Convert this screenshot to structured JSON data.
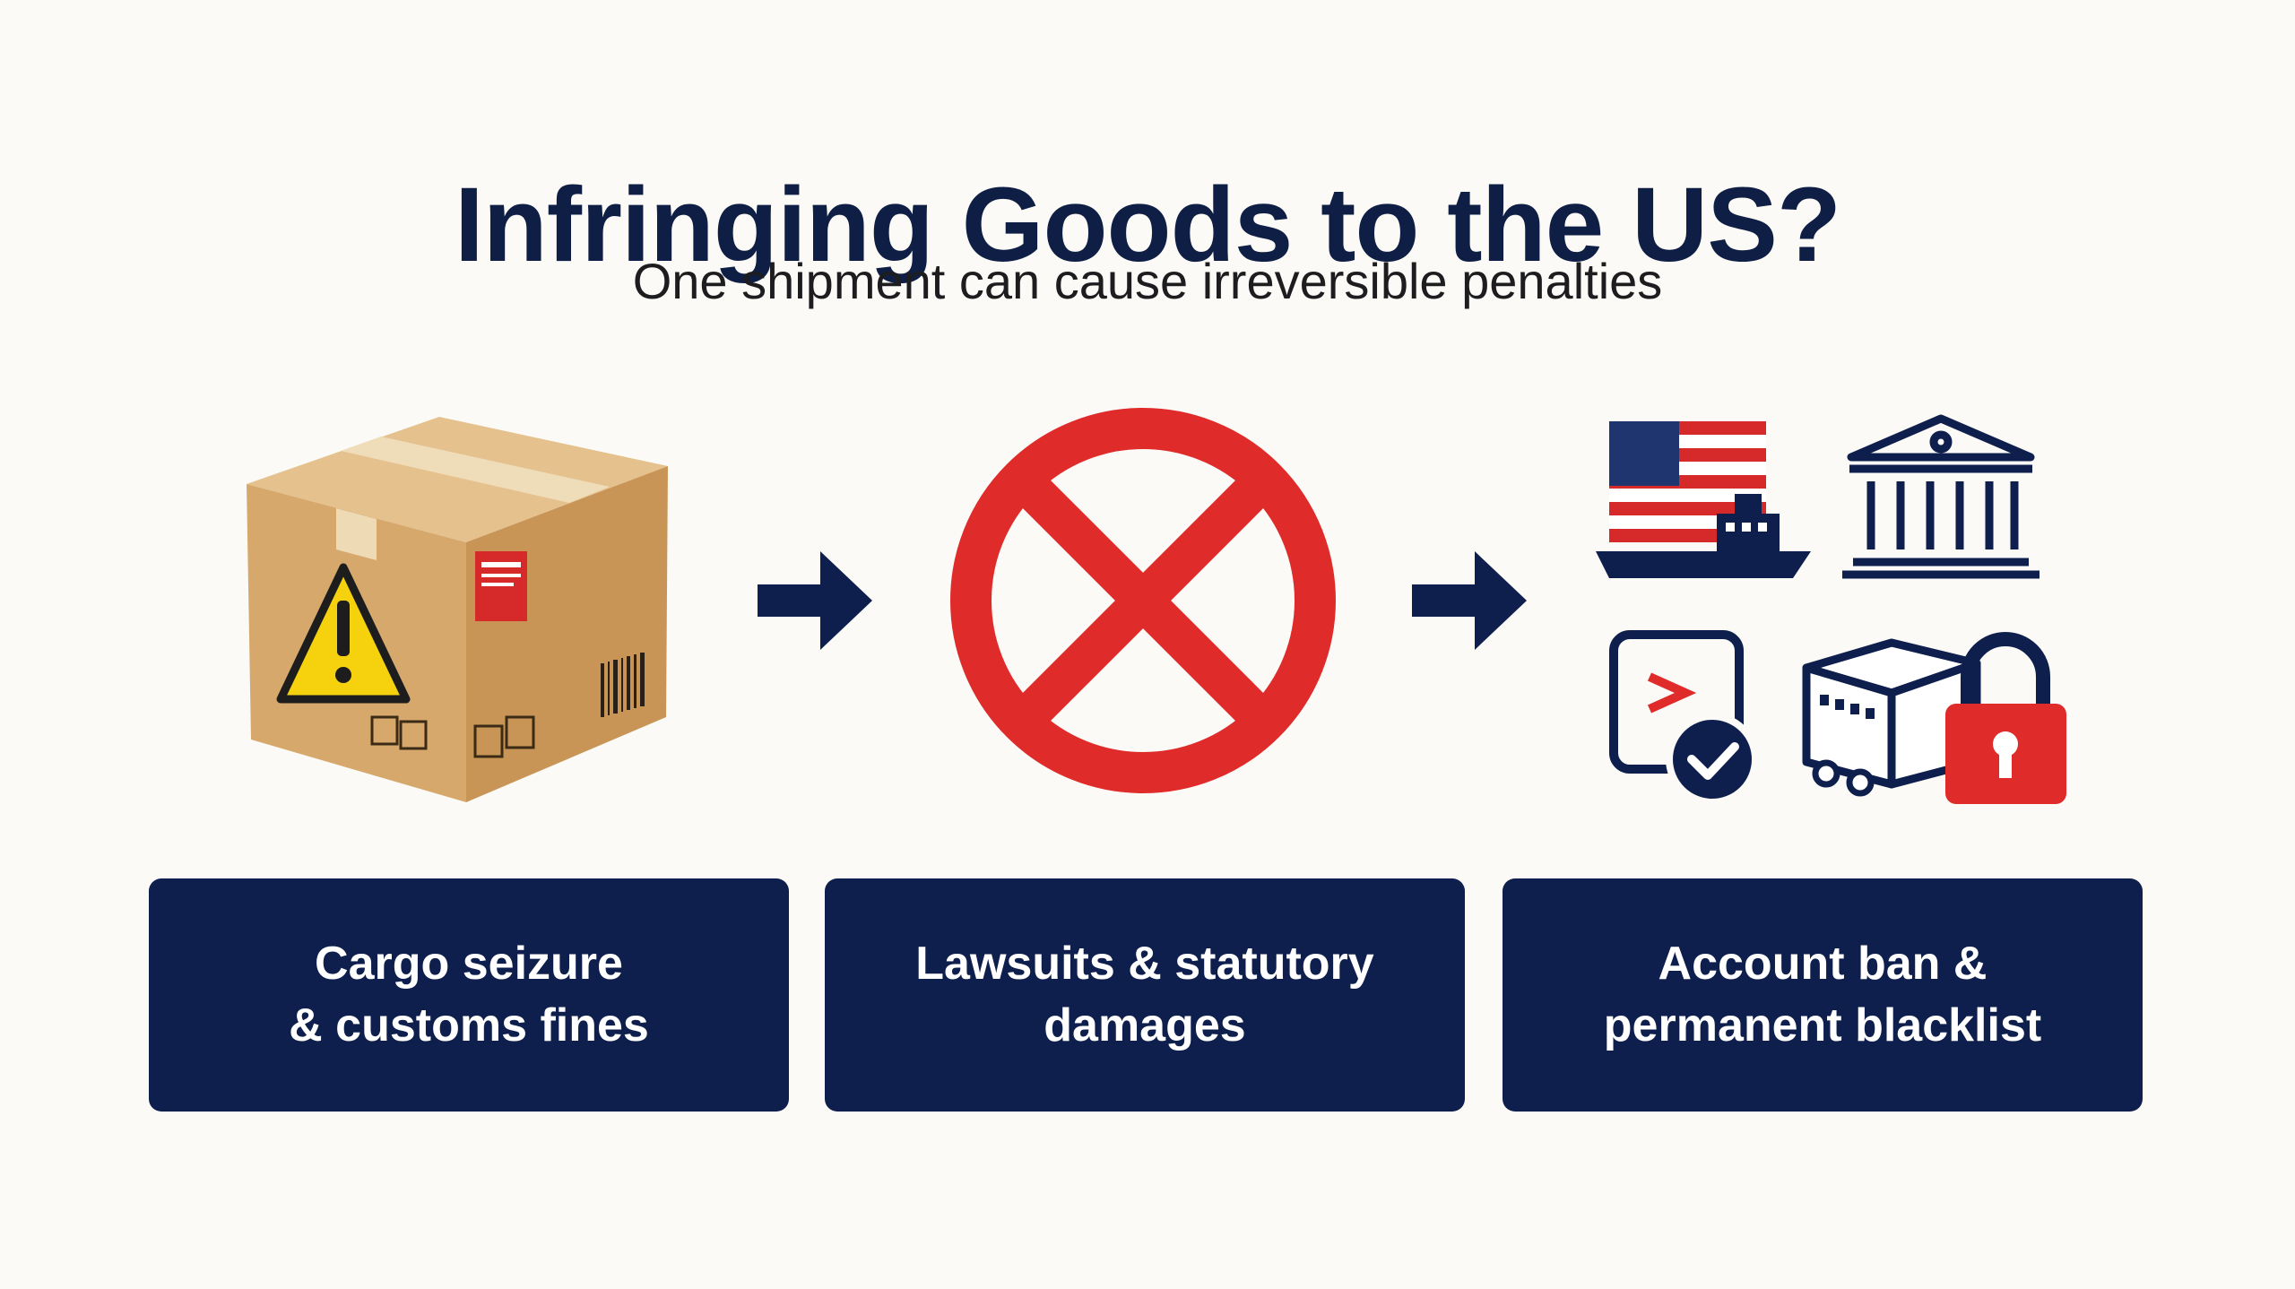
{
  "header": {
    "title": "Infringing Goods to the US?",
    "subtitle": "One shipment can cause irreversible penalties"
  },
  "steps": [
    {
      "icon": "warning-package-icon",
      "label_line1": "Cargo seizure",
      "label_line2": "& customs fines"
    },
    {
      "icon": "prohibited-x-icon",
      "label_line1": "Lawsuits & statutory",
      "label_line2": "damages"
    },
    {
      "icon": "penalty-icons-group",
      "label_line1": "Account ban &",
      "label_line2": "permanent blacklist"
    }
  ],
  "colors": {
    "navy": "#0e1f4d",
    "red": "#e02b2b",
    "cardboard": "#d4a56a",
    "warning_yellow": "#f5d20d"
  }
}
